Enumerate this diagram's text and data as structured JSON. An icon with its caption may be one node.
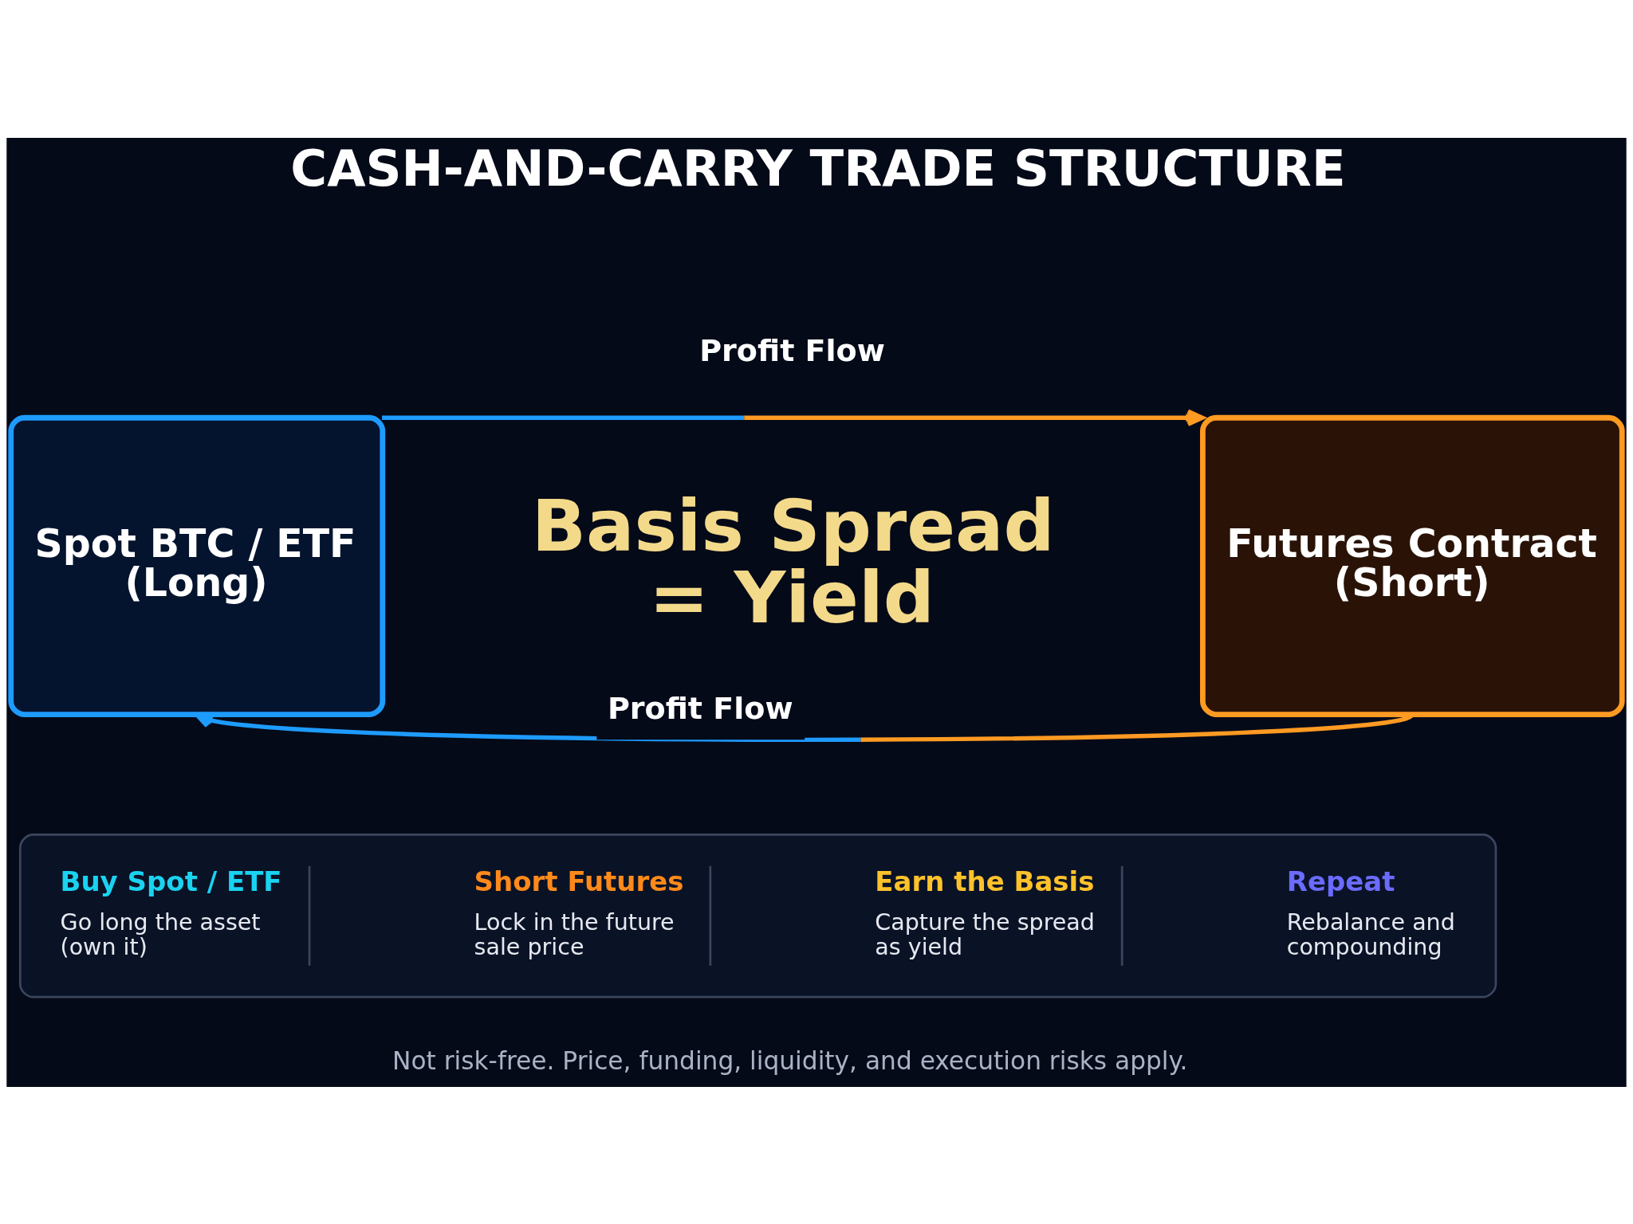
{
  "diagram": {
    "title": "CASH-AND-CARRY TRADE STRUCTURE",
    "nodes": [
      {
        "text": [
          "Spot BTC / ETF (Long)"
        ]
      },
      {
        "text": [
          "Futures Contract (Short)"
        ]
      },
      {
        "text": [],
        "shape": "box"
      },
      {
        "text": [
          "Buy Spot / ETF",
          "Go long the asset (own it)"
        ],
        "in": 2
      },
      {
        "text": [
          "Short Futures",
          "Lock in the future sale price"
        ],
        "in": 2
      },
      {
        "text": [
          "Earn the Basis",
          "Capture the spread as yield"
        ],
        "in": 2
      },
      {
        "text": [
          "Repeat",
          "Rebalance and compounding"
        ],
        "in": 2
      }
    ],
    "edges": [
      {
        "from": 0,
        "to": 1,
        "arrow": "to",
        "label": "Profit Flow",
        "color": "#ff9a22"
      },
      {
        "from": 1,
        "to": 0,
        "arrow": "to",
        "label": "Profit Flow",
        "color": "#1e9bff"
      }
    ],
    "labels": [
      "Basis Spread = Yield",
      "Not risk-free. Price, funding, liquidity, and execution risks apply."
    ]
  }
}
